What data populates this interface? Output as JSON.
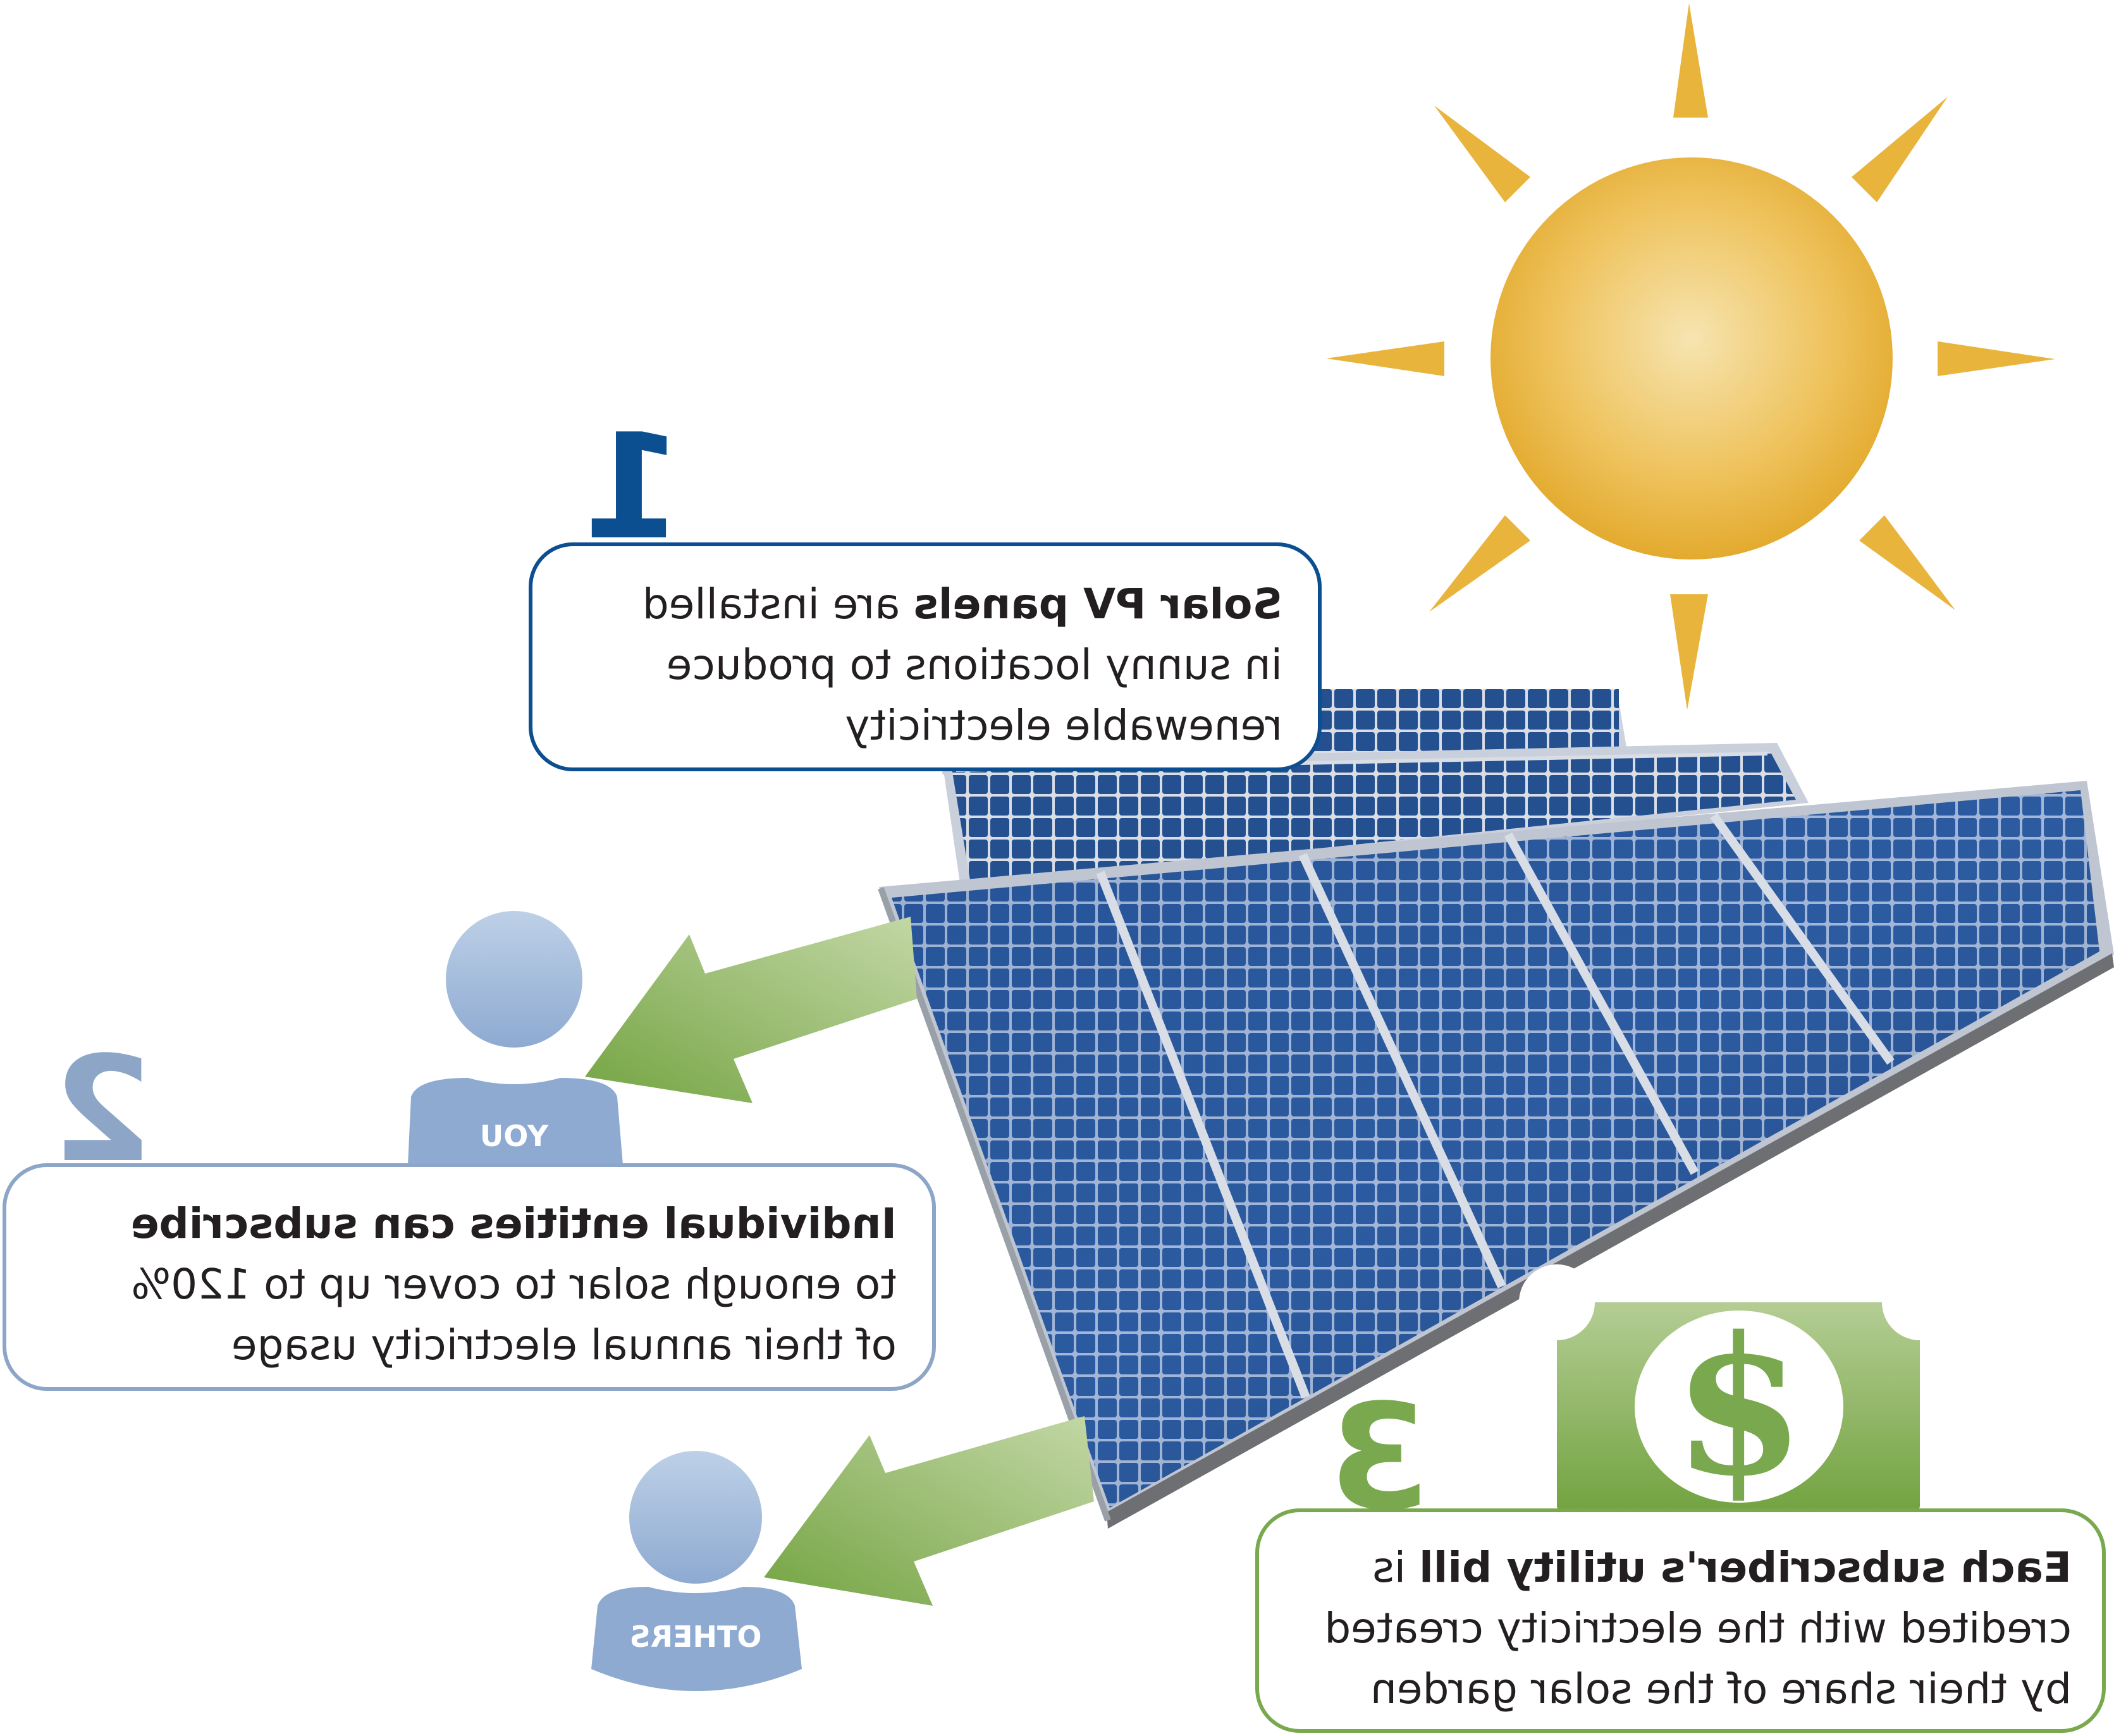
{
  "step1": {
    "number": "1",
    "bold": "Solar PV panels",
    "line1_rest": " are installed",
    "line2": "in sunny locations to produce",
    "line3": "renewable electricity"
  },
  "step2": {
    "number": "2",
    "bold": "Individual entities can subscribe",
    "line2": "to enough solar to cover up to 120%",
    "line3": "of their annual electricity usage"
  },
  "step3": {
    "number": "3",
    "bold": "Each subscriber's utility bill",
    "line1_rest": " is",
    "line2": "credited with the electricity created",
    "line3": "by their share of the solar garden"
  },
  "people": {
    "you_label": "YOU",
    "others_label": "OTHERS"
  },
  "icons": [
    "sun-icon",
    "solar-panel-icon",
    "person-icon",
    "dollar-bill-icon",
    "arrow-icon"
  ],
  "colors": {
    "sun": "#e9b43c",
    "panel": "#1f4a8c",
    "arrow": "#7aa84e",
    "person": "#9fb6d6",
    "step1": "#0c4f91",
    "step2": "#8da6c8",
    "step3": "#7aa84e"
  }
}
